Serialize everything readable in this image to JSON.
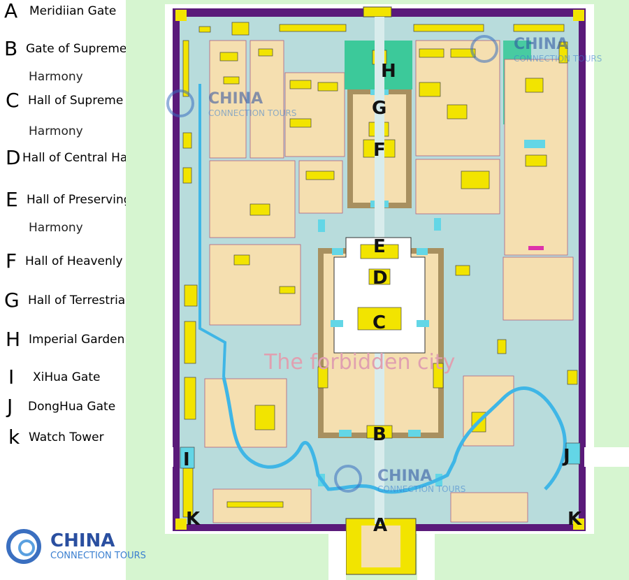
{
  "legend": [
    {
      "key": "A",
      "label": "Meridiian Gate"
    },
    {
      "key": "B",
      "label": "Gate of Supreme",
      "cont": "Harmony"
    },
    {
      "key": "C",
      "label": "Hall of Supreme",
      "cont": "Harmony"
    },
    {
      "key": "D",
      "label": "Hall of Central Harmony"
    },
    {
      "key": "E",
      "label": "Hall of Preserving",
      "cont": "Harmony"
    },
    {
      "key": "F",
      "label": "Hall of Heavenly Peace"
    },
    {
      "key": "G",
      "label": "Hall of Terrestrial Peace"
    },
    {
      "key": "H",
      "label": "Imperial Garden"
    },
    {
      "key": "I",
      "label": "XiHua Gate"
    },
    {
      "key": "J",
      "label": "DongHua Gate"
    },
    {
      "key": "k",
      "label": "Watch Tower"
    }
  ],
  "map": {
    "caption": "The forbidden city",
    "markers": {
      "A": "A",
      "B": "B",
      "C": "C",
      "D": "D",
      "E": "E",
      "F": "F",
      "G": "G",
      "H": "H",
      "I": "I",
      "J": "J",
      "K_left": "K",
      "K_right": "K"
    }
  },
  "brand": {
    "name": "CHINA",
    "tagline": "CONNECTION TOURS"
  },
  "colors": {
    "wall": "#5a1a7a",
    "moat": "#b8dcdc",
    "building": "#f5dfb0",
    "roof": "#f2e400",
    "gate": "#63d6e6",
    "garden": "#3cc99a",
    "lawn": "#d6f5d0",
    "axis": "#d8ecec",
    "caption": "#e0a0b0",
    "brand_blue": "#2a4fa0"
  }
}
